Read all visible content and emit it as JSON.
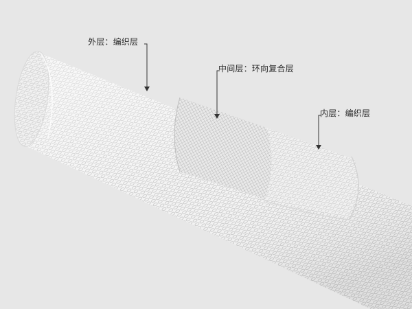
{
  "labels": {
    "outer": "外层：编织层",
    "middle": "中间层：环向复合层",
    "inner": "内层：编织层"
  },
  "colors": {
    "background": "#e7e7e7",
    "pipe_surface": "#f3f3f3",
    "pattern_dots": "#c9c9c9",
    "mesh_lines": "#8a8a8a",
    "leader_lines": "#333333"
  }
}
